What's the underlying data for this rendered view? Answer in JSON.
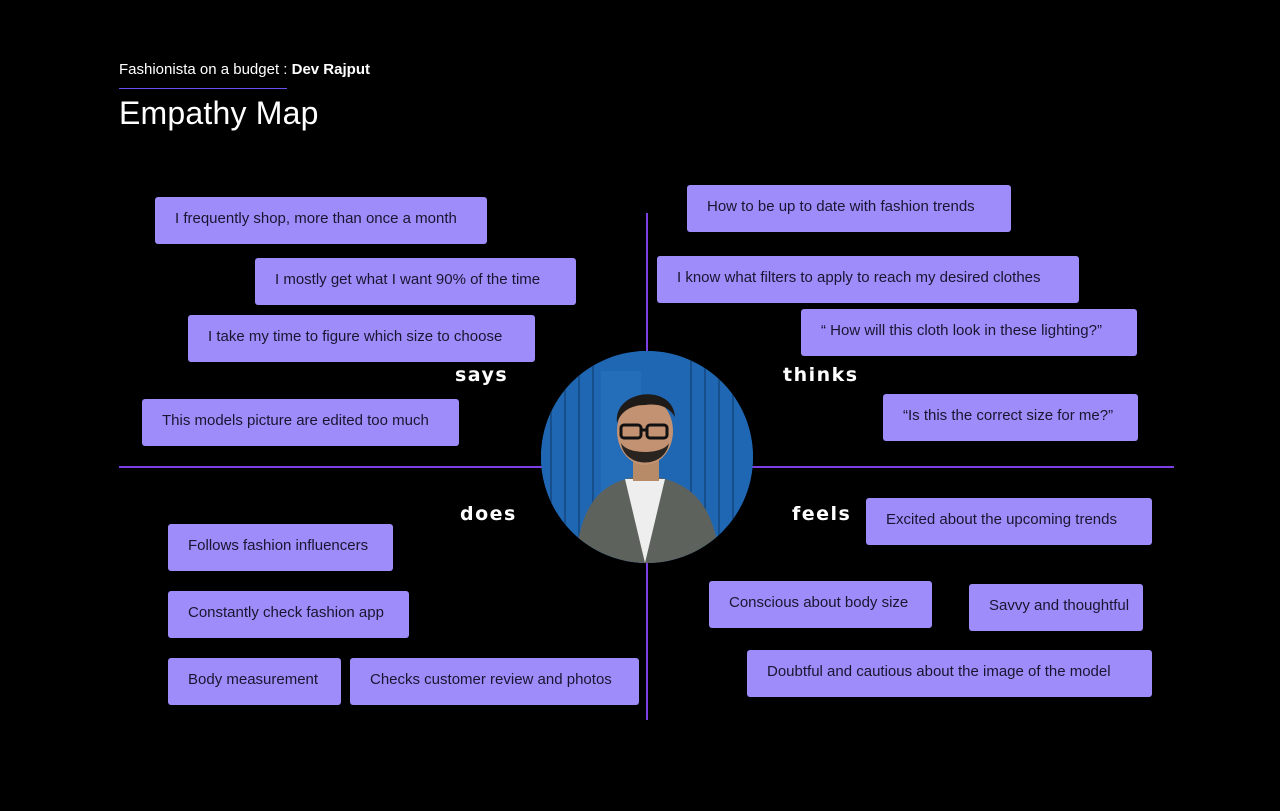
{
  "header": {
    "persona_prefix": "Fashionista on a budget : ",
    "persona_name": "Dev Rajput",
    "title": "Empathy Map"
  },
  "quadrants": {
    "says": {
      "label": "says",
      "notes": [
        "I frequently shop, more than once a month",
        "I mostly get what I want 90% of the time",
        "I take my time to figure which size to choose",
        "This models picture are edited too much"
      ]
    },
    "thinks": {
      "label": "thinks",
      "notes": [
        "How to be up to date with fashion trends",
        "I know what filters to apply to reach my desired clothes",
        "“ How will this cloth look in these lighting?”",
        "“Is this the correct size for me?”"
      ]
    },
    "does": {
      "label": "does",
      "notes": [
        "Follows fashion influencers",
        "Constantly check fashion app",
        "Body measurement",
        "Checks customer review and photos"
      ]
    },
    "feels": {
      "label": "feels",
      "notes": [
        "Excited about  the upcoming trends",
        "Conscious about body size",
        "Savvy and thoughtful",
        "Doubtful and cautious about the image of the  model"
      ]
    }
  },
  "colors": {
    "background": "#000000",
    "sticky_note": "#9e8cfb",
    "axis": "#7b3fe4",
    "accent_rule": "#6b4df0"
  },
  "avatar": {
    "icon": "persona-photo"
  }
}
